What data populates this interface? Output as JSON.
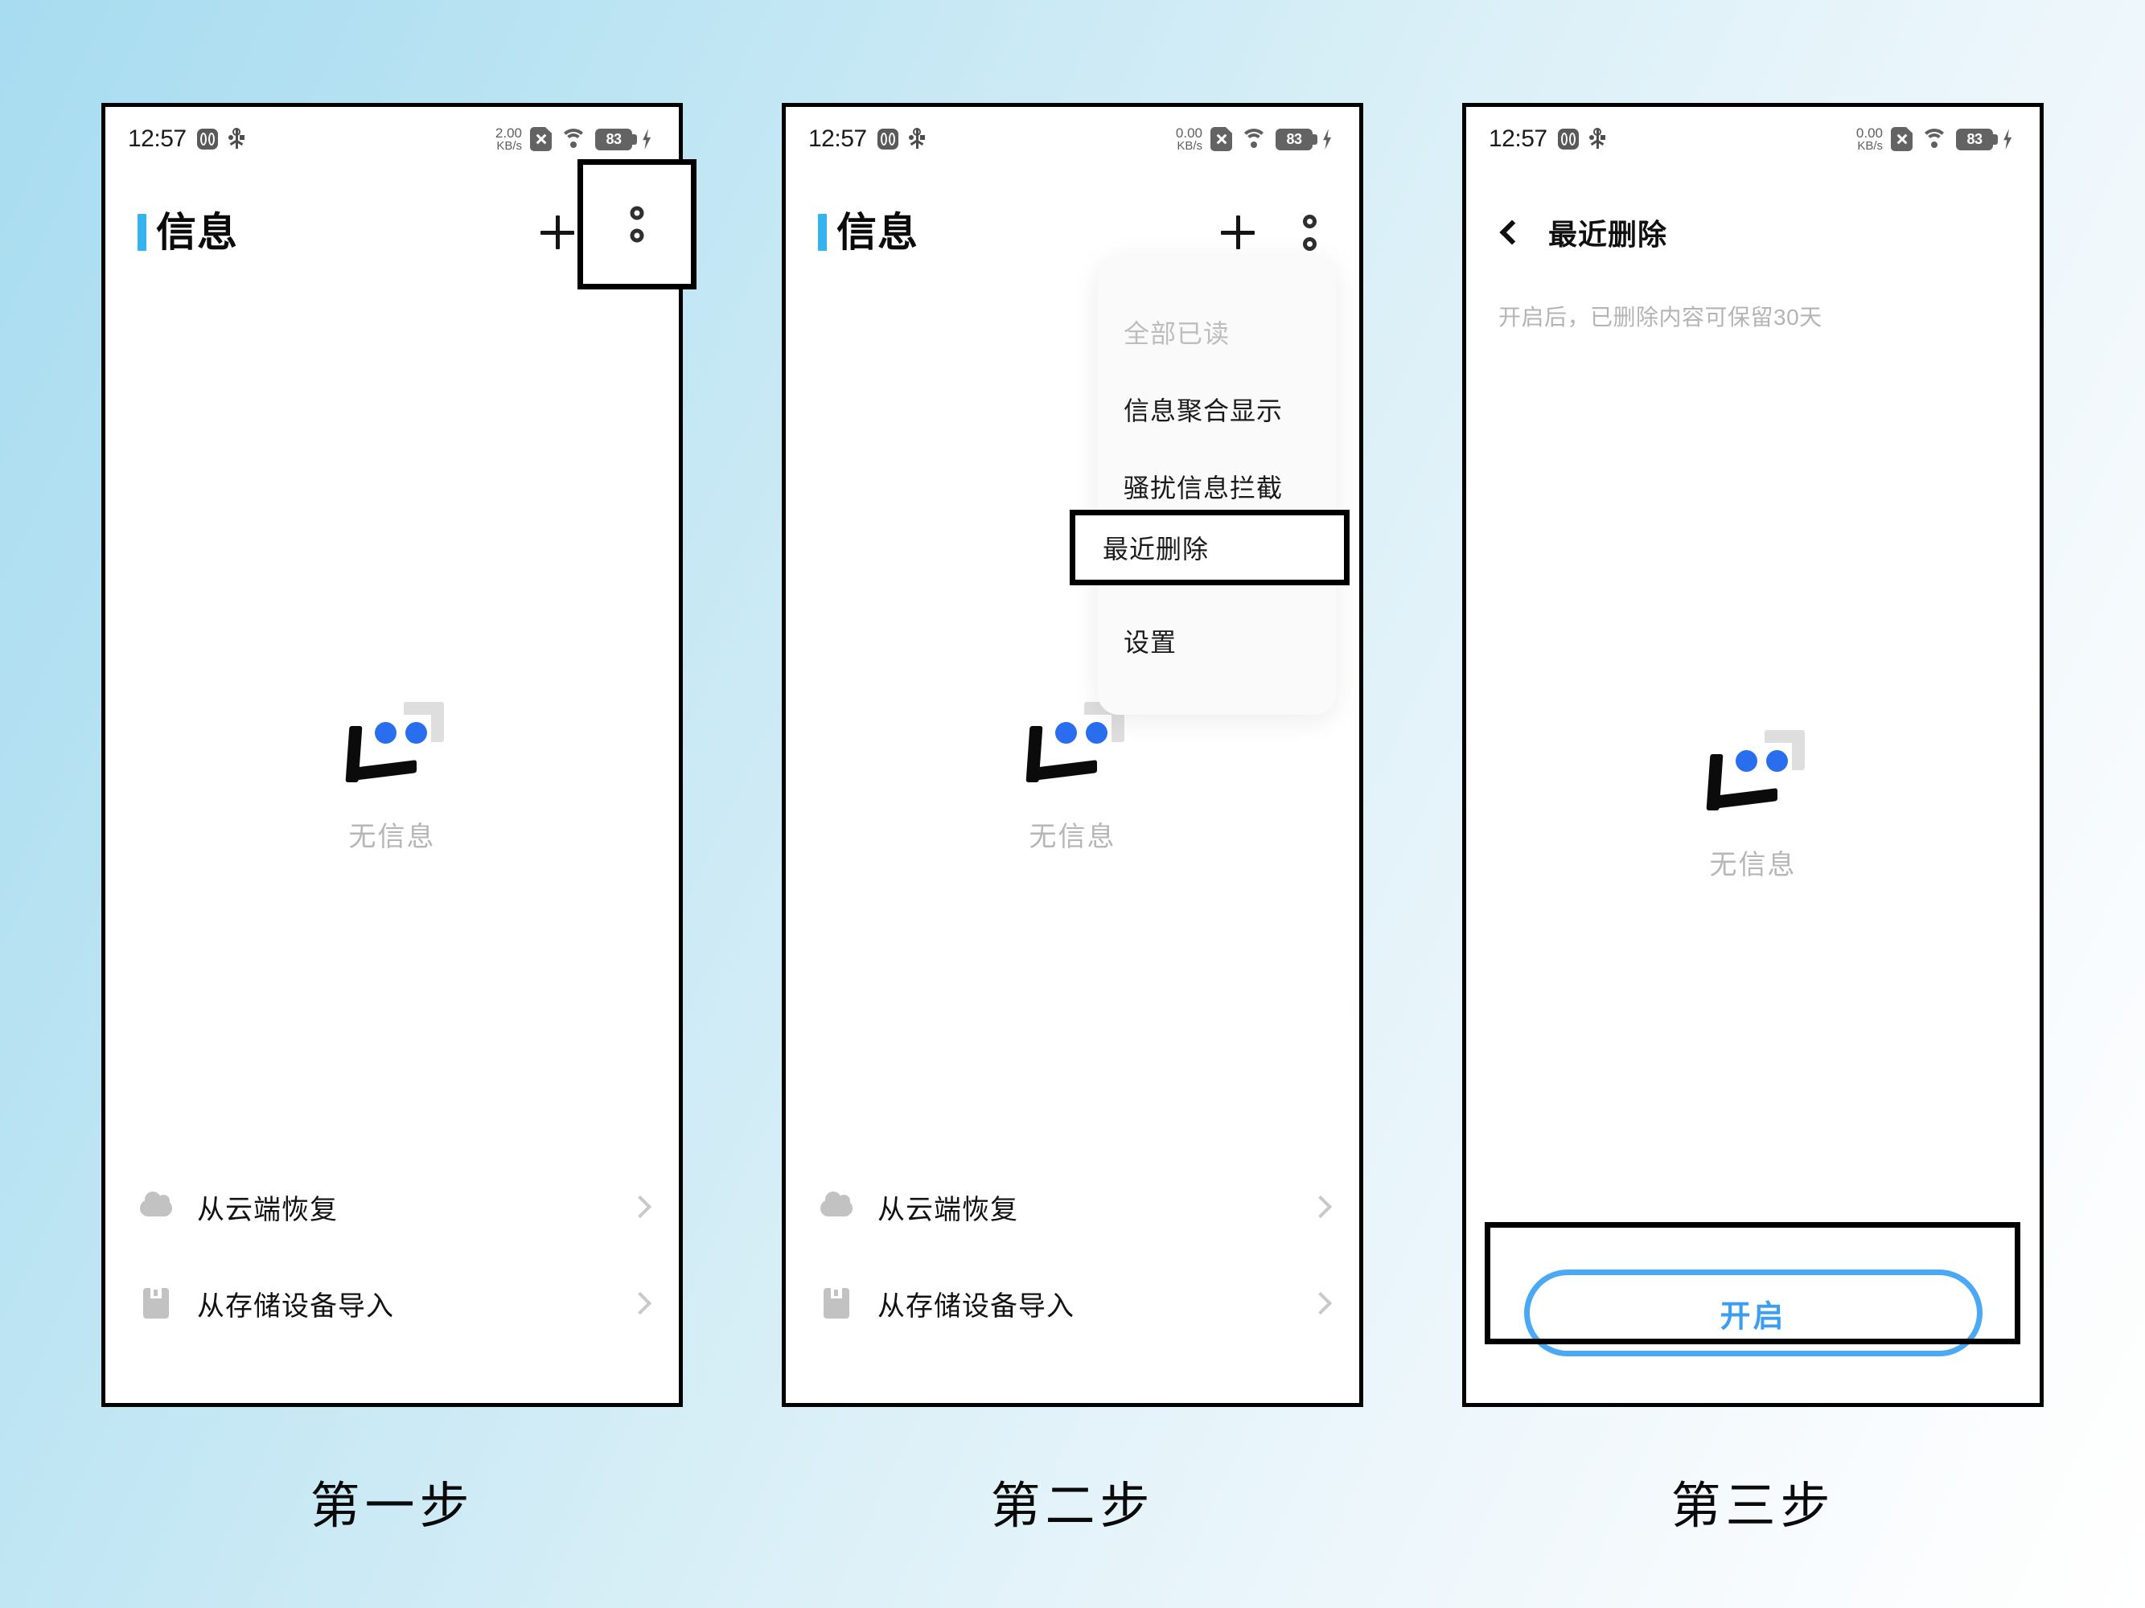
{
  "background": {
    "gradient_from": "#a8dcf0",
    "gradient_to": "#ffffff"
  },
  "accent_color": "#34b3ef",
  "button_color": "#4aa8f5",
  "dot_color": "#2a6ef0",
  "status_bar": {
    "time": "12:57",
    "battery_percent": "83",
    "speed_value_phone1": "2.00",
    "speed_value_phone2": "0.00",
    "speed_value_phone3": "0.00",
    "speed_unit": "KB/s",
    "icons": [
      "wechat-icon",
      "usb-icon",
      "sim-disabled-icon",
      "wifi-icon",
      "battery-icon",
      "charging-bolt-icon"
    ]
  },
  "phone1": {
    "header": {
      "title": "信息",
      "add_icon": "plus-icon",
      "overflow_icon": "kebab-menu-icon"
    },
    "empty_state": {
      "text": "无信息",
      "icon": "no-message-illustration"
    },
    "bottom_rows": [
      {
        "label": "从云端恢复",
        "icon": "cloud-icon",
        "chevron": "chevron-right-icon"
      },
      {
        "label": "从存储设备导入",
        "icon": "floppy-disk-icon",
        "chevron": "chevron-right-icon"
      }
    ]
  },
  "phone2": {
    "header": {
      "title": "信息",
      "add_icon": "plus-icon",
      "overflow_icon": "kebab-menu-icon"
    },
    "menu": {
      "items": [
        {
          "label": "全部已读",
          "disabled": true,
          "highlighted": false
        },
        {
          "label": "信息聚合显示",
          "disabled": false,
          "highlighted": false
        },
        {
          "label": "骚扰信息拦截",
          "disabled": false,
          "highlighted": false
        },
        {
          "label": "最近删除",
          "disabled": false,
          "highlighted": true
        },
        {
          "label": "设置",
          "disabled": false,
          "highlighted": false
        }
      ]
    },
    "empty_state": {
      "text": "无信息",
      "icon": "no-message-illustration"
    },
    "bottom_rows": [
      {
        "label": "从云端恢复",
        "icon": "cloud-icon",
        "chevron": "chevron-right-icon"
      },
      {
        "label": "从存储设备导入",
        "icon": "floppy-disk-icon",
        "chevron": "chevron-right-icon"
      }
    ]
  },
  "phone3": {
    "header": {
      "back_icon": "back-arrow-icon",
      "title": "最近删除"
    },
    "subtitle": "开启后，已删除内容可保留30天",
    "empty_state": {
      "text": "无信息",
      "icon": "no-message-illustration"
    },
    "enable_button": {
      "label": "开启"
    }
  },
  "steps": [
    {
      "label": "第一步"
    },
    {
      "label": "第二步"
    },
    {
      "label": "第三步"
    }
  ]
}
